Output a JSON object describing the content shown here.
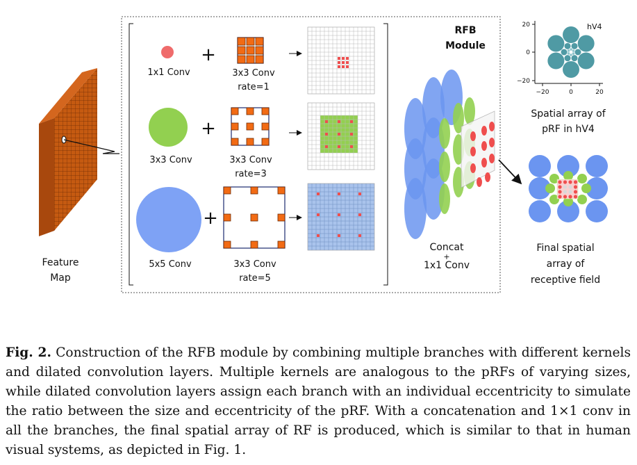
{
  "feature_map_label": [
    "Feature",
    "Map"
  ],
  "rfb_label": [
    "RFB",
    "Module"
  ],
  "branches": [
    {
      "kernel_label": "1x1 Conv",
      "dilated_label": [
        "3x3 Conv",
        "rate=1"
      ]
    },
    {
      "kernel_label": "3x3 Conv",
      "dilated_label": [
        "3x3 Conv",
        "rate=3"
      ]
    },
    {
      "kernel_label": "5x5 Conv",
      "dilated_label": [
        "3x3 Conv",
        "rate=5"
      ]
    }
  ],
  "plus_sign": "+",
  "concat_label": [
    "Concat",
    "+",
    "1x1 Conv"
  ],
  "hv4_plot": {
    "series_label": "hV4",
    "ticks_y": [
      "20",
      "0",
      "−20"
    ],
    "ticks_x": [
      "−20",
      "0",
      "20"
    ],
    "caption": [
      "Spatial array of",
      "pRF in hV4"
    ]
  },
  "final_label": [
    "Final spatial",
    "array of",
    "receptive field"
  ],
  "colors": {
    "red": "#ef4e4e",
    "orange": "#f26b14",
    "green": "#92d050",
    "blue": "#6b95f0",
    "teal": "#4f9aa4",
    "brick": "#c55a11"
  },
  "caption": {
    "lead": "Fig. 2.",
    "text": "Construction of the RFB module by combining multiple branches with different kernels and dilated convolution layers. Multiple kernels are analogous to the pRFs of varying sizes, while dilated convolution layers assign each branch with an individual eccentricity to simulate the ratio between the size and eccentricity of the pRF. With a concatenation and 1×1 conv in all the branches, the final spatial array of RF is produced, which is similar to that in human visual systems, as depicted in Fig. 1."
  }
}
